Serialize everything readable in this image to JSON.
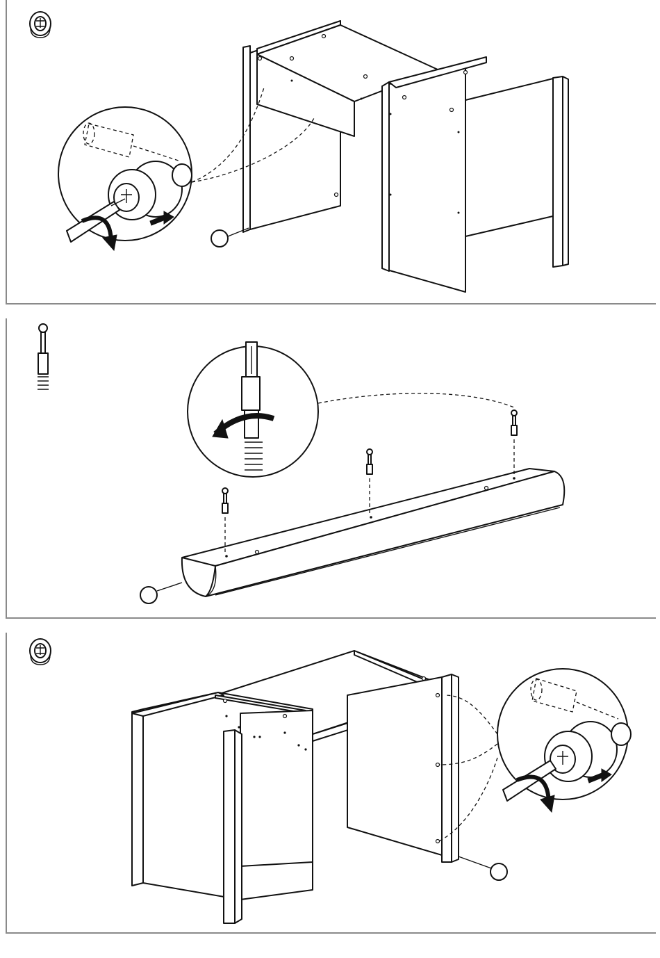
{
  "steps": [
    {
      "id": "step-a",
      "icon": "cam-lock-icon",
      "callout_label": ""
    },
    {
      "id": "step-b",
      "icon": "cam-bolt-icon",
      "callout_label": ""
    },
    {
      "id": "step-c",
      "icon": "cam-lock-icon",
      "callout_label": ""
    }
  ],
  "colors": {
    "line": "#111111",
    "frame": "#8a8a8a",
    "background": "#ffffff"
  }
}
